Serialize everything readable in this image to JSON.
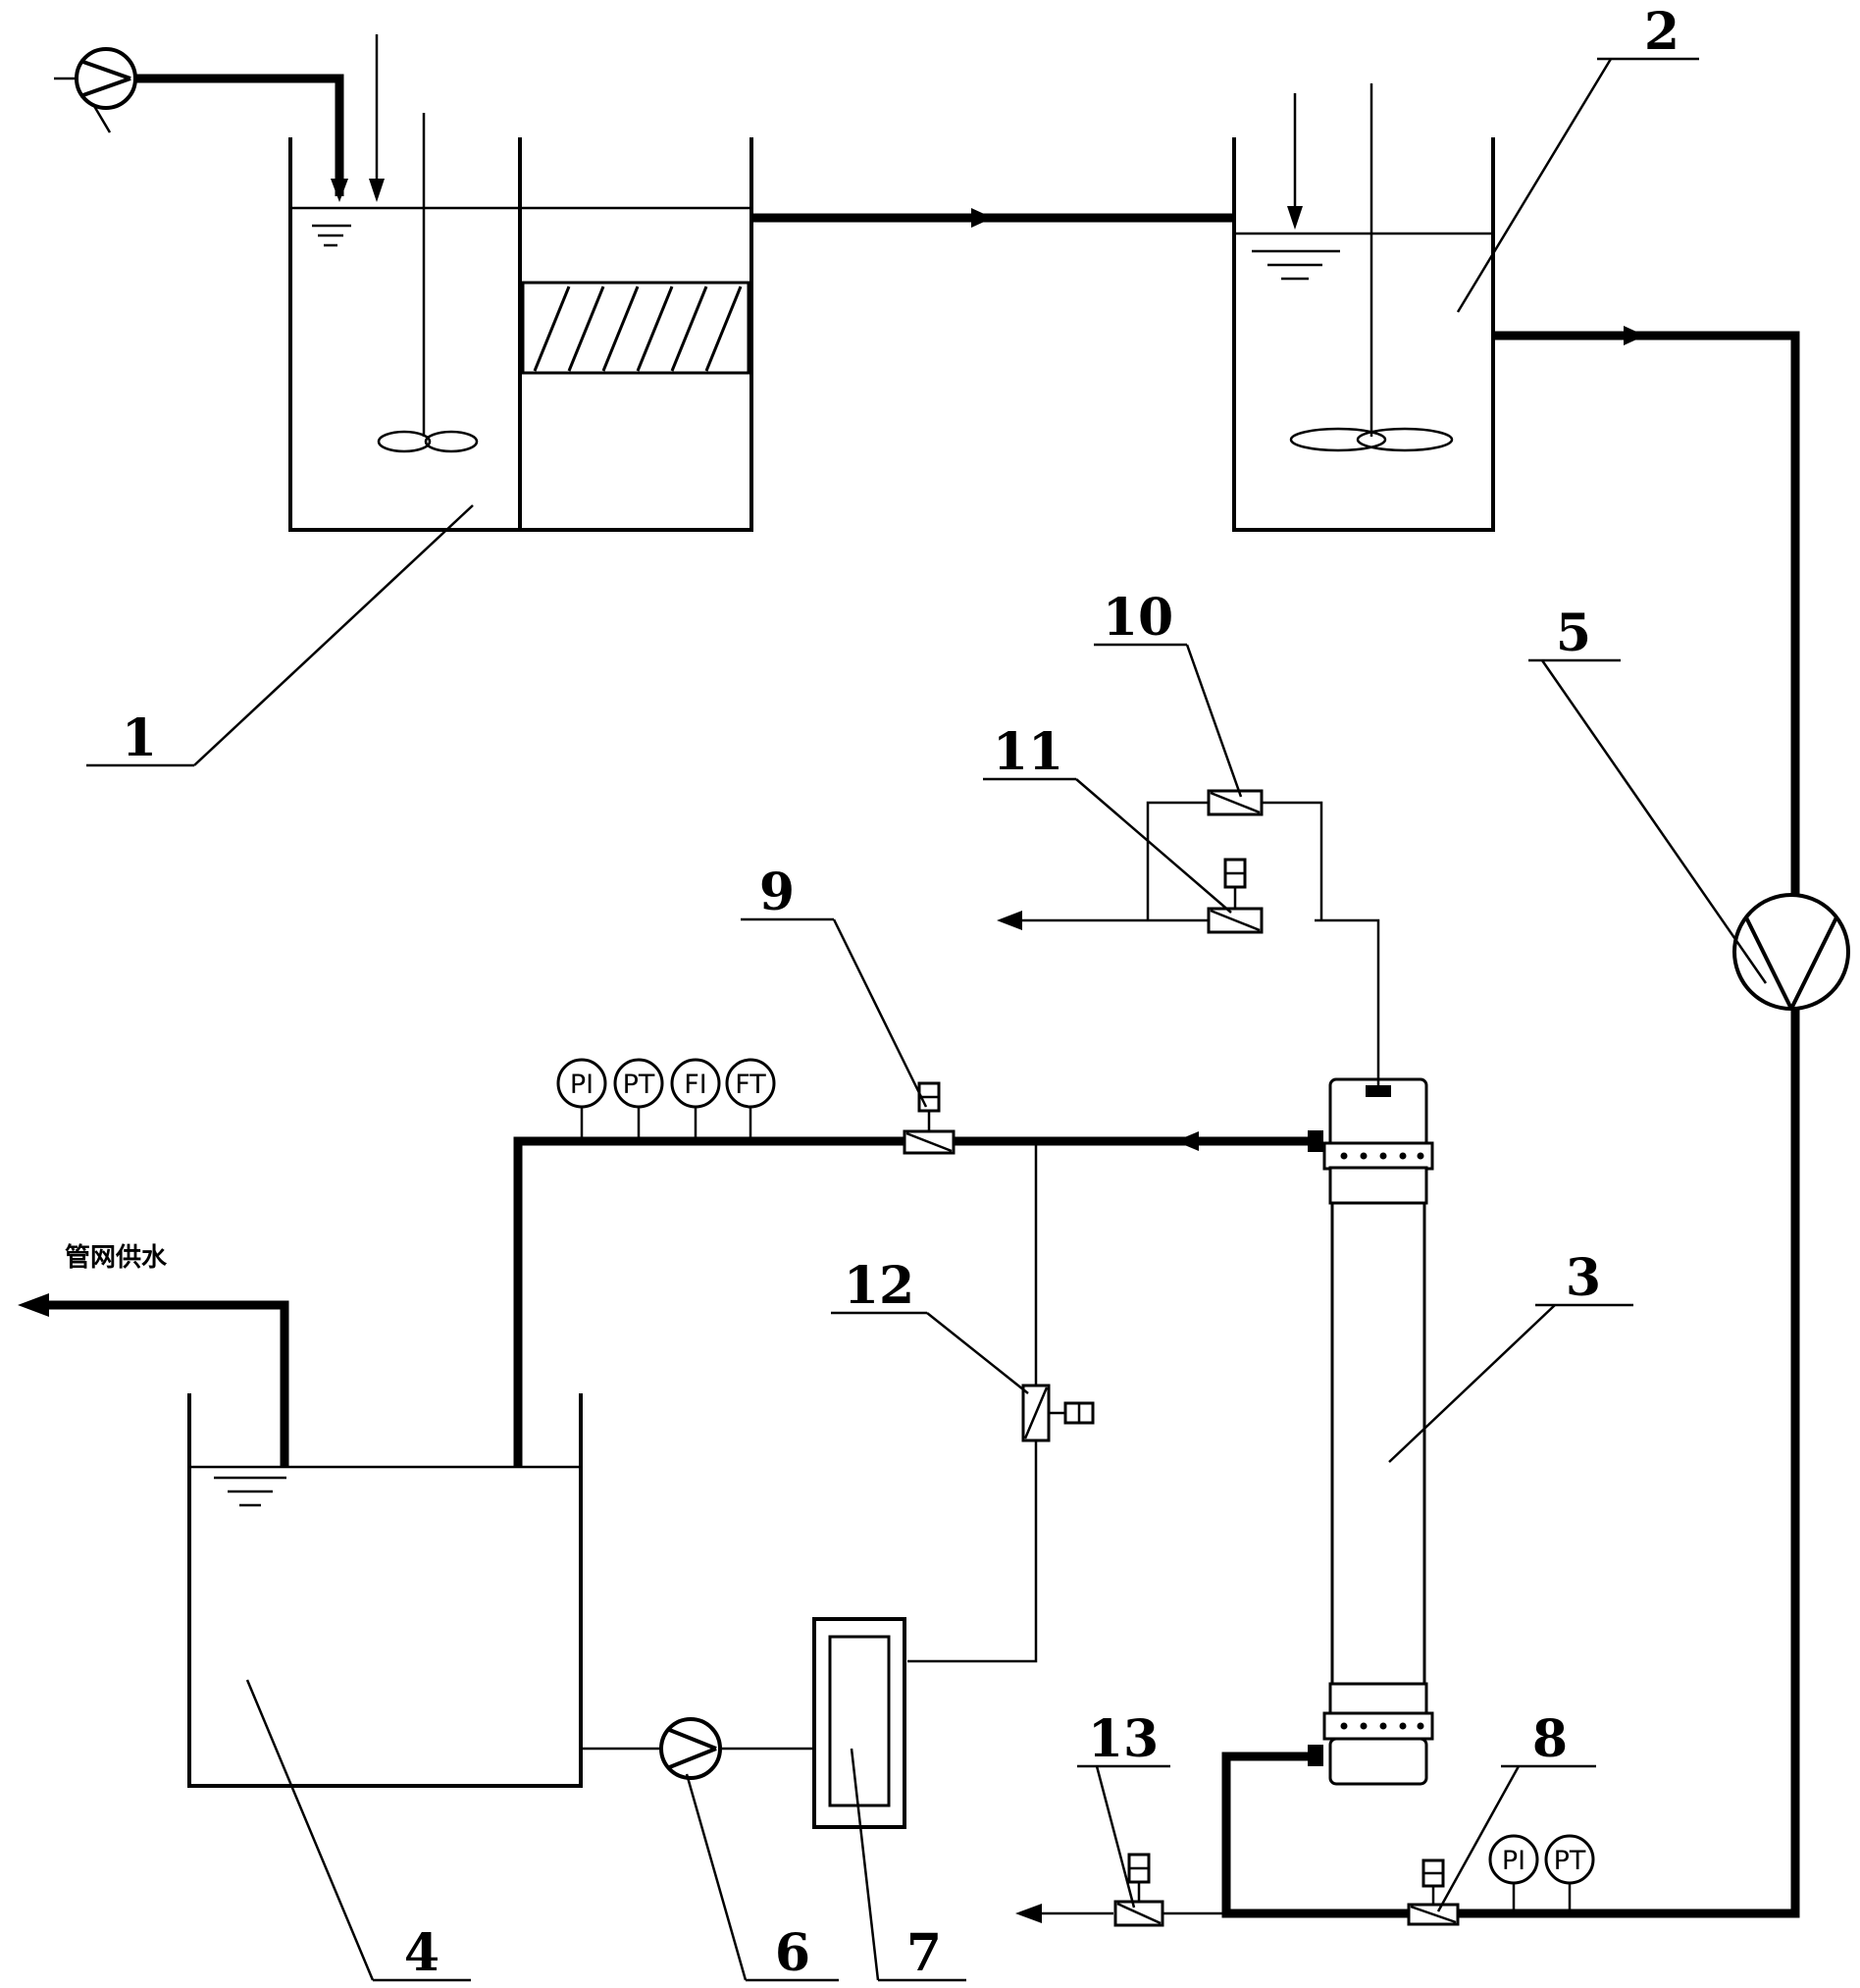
{
  "labels": {
    "n1": "1",
    "n2": "2",
    "n3": "3",
    "n4": "4",
    "n5": "5",
    "n6": "6",
    "n7": "7",
    "n8": "8",
    "n9": "9",
    "n10": "10",
    "n11": "11",
    "n12": "12",
    "n13": "13"
  },
  "instruments_top": [
    "PI",
    "PT",
    "FI",
    "FT"
  ],
  "instruments_bottom": [
    "PI",
    "PT"
  ],
  "outlet_text": "管网供水"
}
